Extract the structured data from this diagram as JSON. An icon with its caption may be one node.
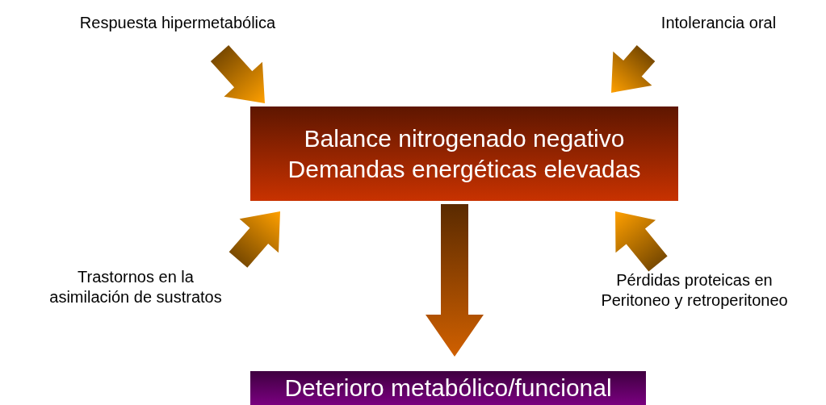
{
  "diagram": {
    "nodes": [
      {
        "text": [
          "Respuesta hipermetabólica"
        ]
      },
      {
        "text": [
          "Intolerancia oral"
        ]
      },
      {
        "text": [
          "Balance nitrogenado negativo",
          "Demandas energéticas elevadas"
        ]
      },
      {
        "text": [
          "Trastornos en la asimilación de sustratos"
        ]
      },
      {
        "text": [
          "Pérdidas proteicas en Peritoneo y retroperitoneo"
        ]
      },
      {
        "text": [
          "Deterioro metabólico/funcional"
        ]
      }
    ],
    "edges": [
      {
        "from": 0,
        "to": 2,
        "arrow": "to"
      },
      {
        "from": 1,
        "to": 2,
        "arrow": "to"
      },
      {
        "from": 3,
        "to": 2,
        "arrow": "to"
      },
      {
        "from": 4,
        "to": 2,
        "arrow": "to"
      },
      {
        "from": 2,
        "to": 5,
        "arrow": "to",
        "style": "thick"
      }
    ]
  }
}
